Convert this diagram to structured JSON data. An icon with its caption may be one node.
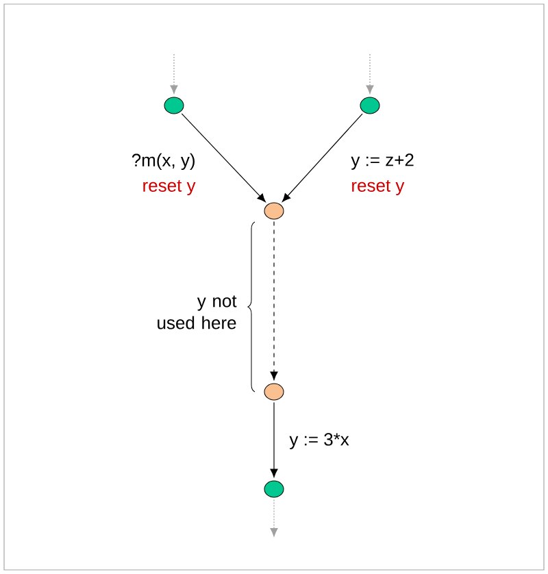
{
  "diagram": {
    "nodes": [
      {
        "text": [],
        "shape": "circle"
      },
      {
        "text": [],
        "shape": "circle"
      },
      {
        "text": [],
        "shape": "circle"
      },
      {
        "text": [],
        "shape": "circle"
      },
      {
        "text": [],
        "shape": "circle"
      }
    ],
    "edges": [
      {
        "from": null,
        "to": 0,
        "arrow": "to",
        "style": "dashed",
        "color": "#a0a0a0"
      },
      {
        "from": null,
        "to": 1,
        "arrow": "to",
        "style": "dashed",
        "color": "#a0a0a0"
      },
      {
        "from": 0,
        "to": 2,
        "arrow": "to",
        "label": "?m(x, y)"
      },
      {
        "from": 1,
        "to": 2,
        "arrow": "to",
        "label": "y := z+2"
      },
      {
        "from": 2,
        "to": 3,
        "arrow": "to",
        "style": "dashed"
      },
      {
        "from": 3,
        "to": 4,
        "arrow": "to",
        "label": "y := 3*x"
      },
      {
        "from": 4,
        "to": null,
        "arrow": "to",
        "style": "dashed",
        "color": "#a0a0a0"
      }
    ],
    "labels": [
      "reset y",
      "reset y",
      "y not used here"
    ]
  }
}
